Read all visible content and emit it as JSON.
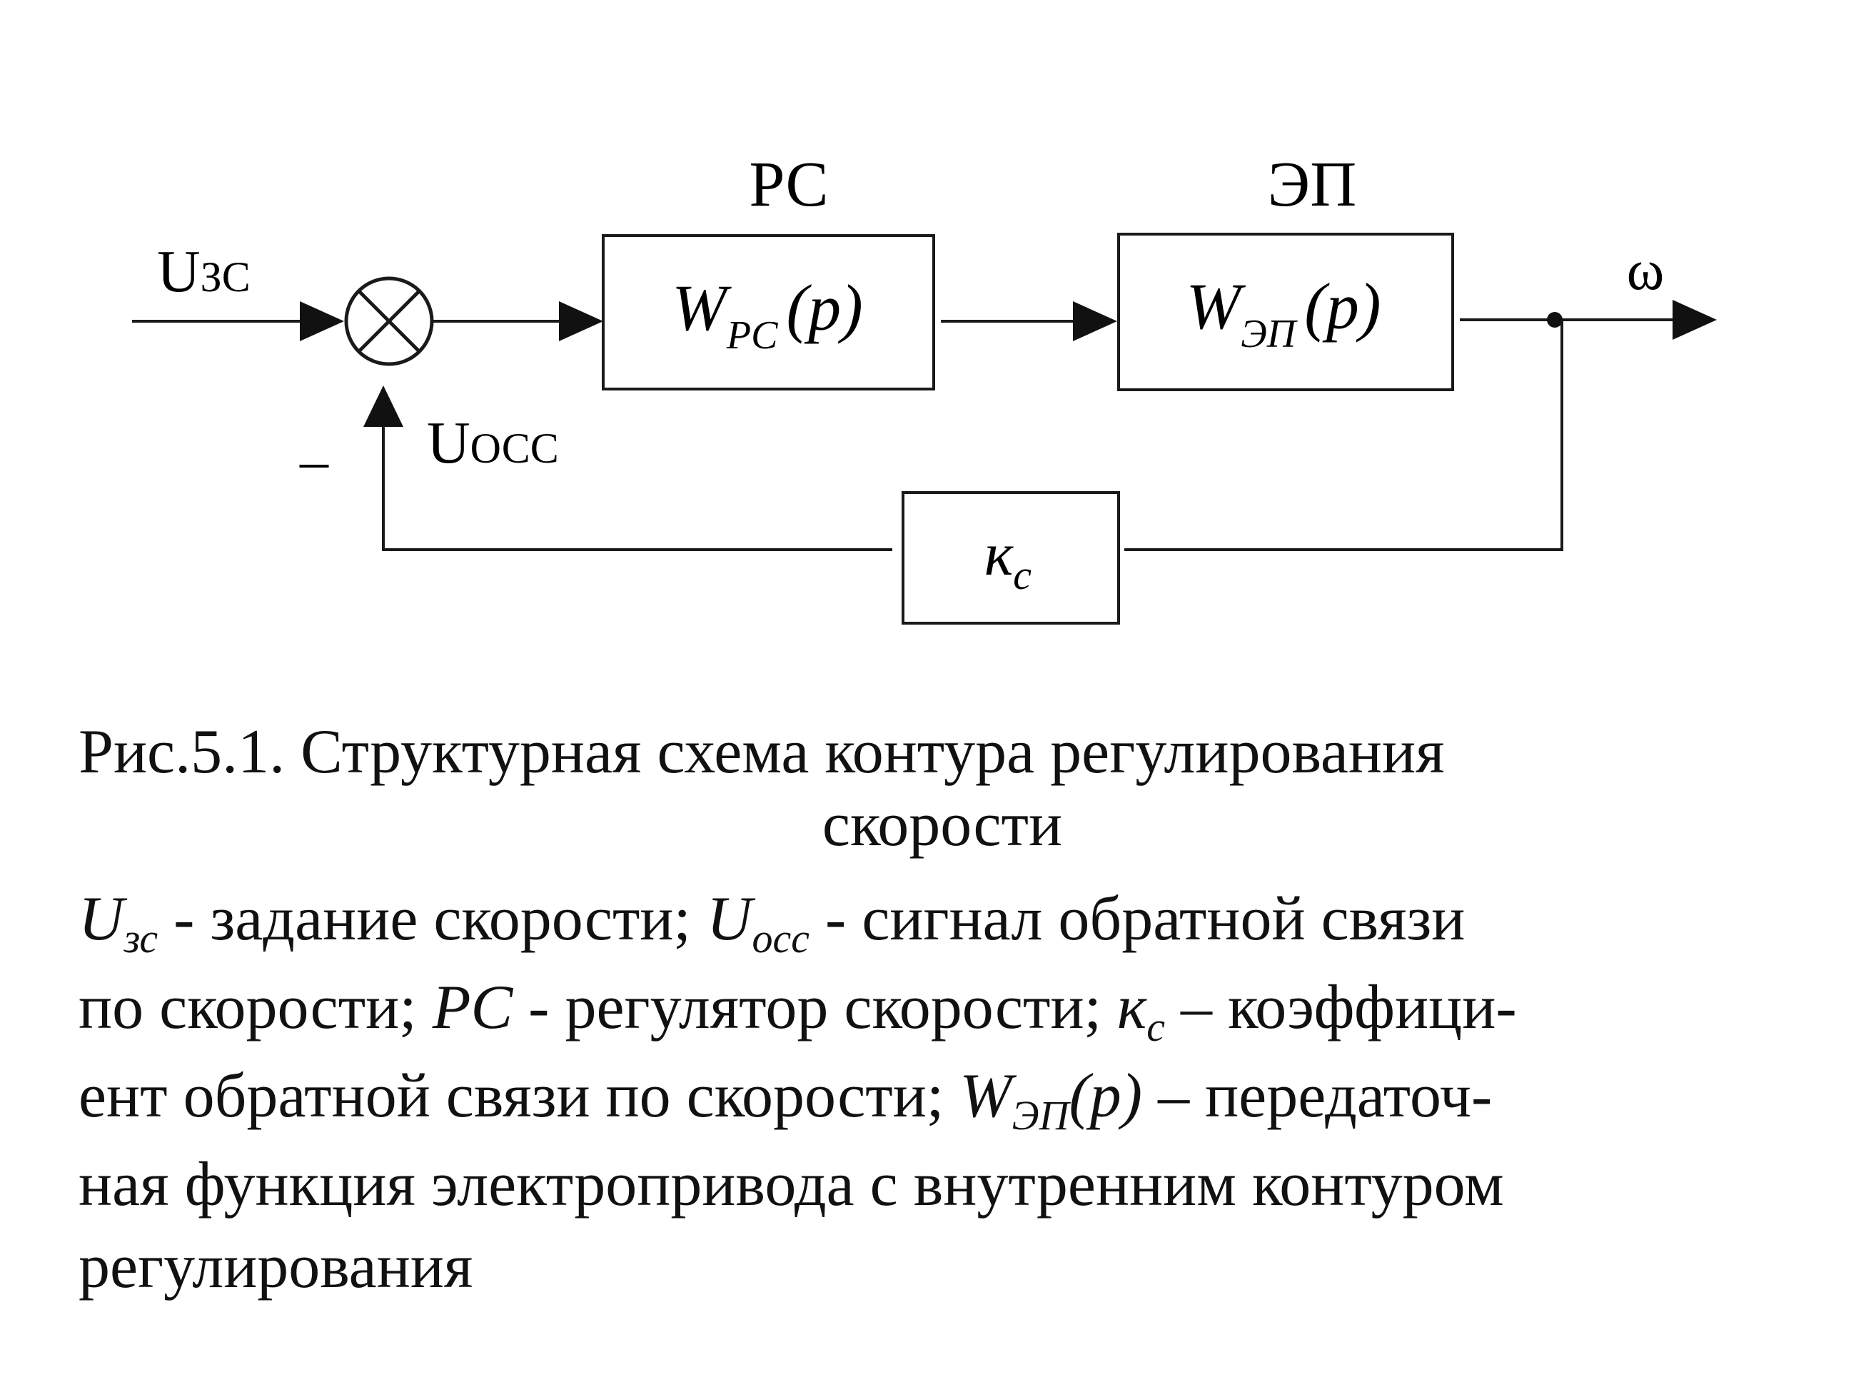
{
  "diagram": {
    "blocks": {
      "rc_label": "РС",
      "ep_label": "ЭП",
      "rc_tf_main": "W",
      "rc_tf_sub": "РС",
      "rc_tf_arg": "(p)",
      "ep_tf_main": "W",
      "ep_tf_sub": "ЭП",
      "ep_tf_arg": "(p)",
      "kc_main": "к",
      "kc_sub": "c"
    },
    "signals": {
      "input_main": "U",
      "input_sub": "ЗС",
      "feedback_main": "U",
      "feedback_sub": "ОСС",
      "output": "ω",
      "minus_sign": "–"
    }
  },
  "caption": {
    "title": "Рис.5.1. Структурная схема контура регулирования",
    "title_cont": "скорости",
    "legend": {
      "line1": {
        "s1_main": "U",
        "s1_sub": "зс",
        "t1": " - задание скорости; ",
        "s2_main": "U",
        "s2_sub": "осс",
        "t2": " - сигнал обратной связи"
      },
      "line2": {
        "t1": "по скорости; ",
        "s1": "PC",
        "t2": " -  регулятор скорости; ",
        "s2_main": "к",
        "s2_sub": "c",
        "t3": " – коэффици-"
      },
      "line3": {
        "t1": "ент обратной связи по скорости; ",
        "s1": "W",
        "s1_sub": "ЭП",
        "s1_arg": "(p)",
        "t2": " – передаточ-"
      },
      "line4": "ная функция электропривода с внутренним контуром",
      "line5": "регулирования"
    }
  }
}
